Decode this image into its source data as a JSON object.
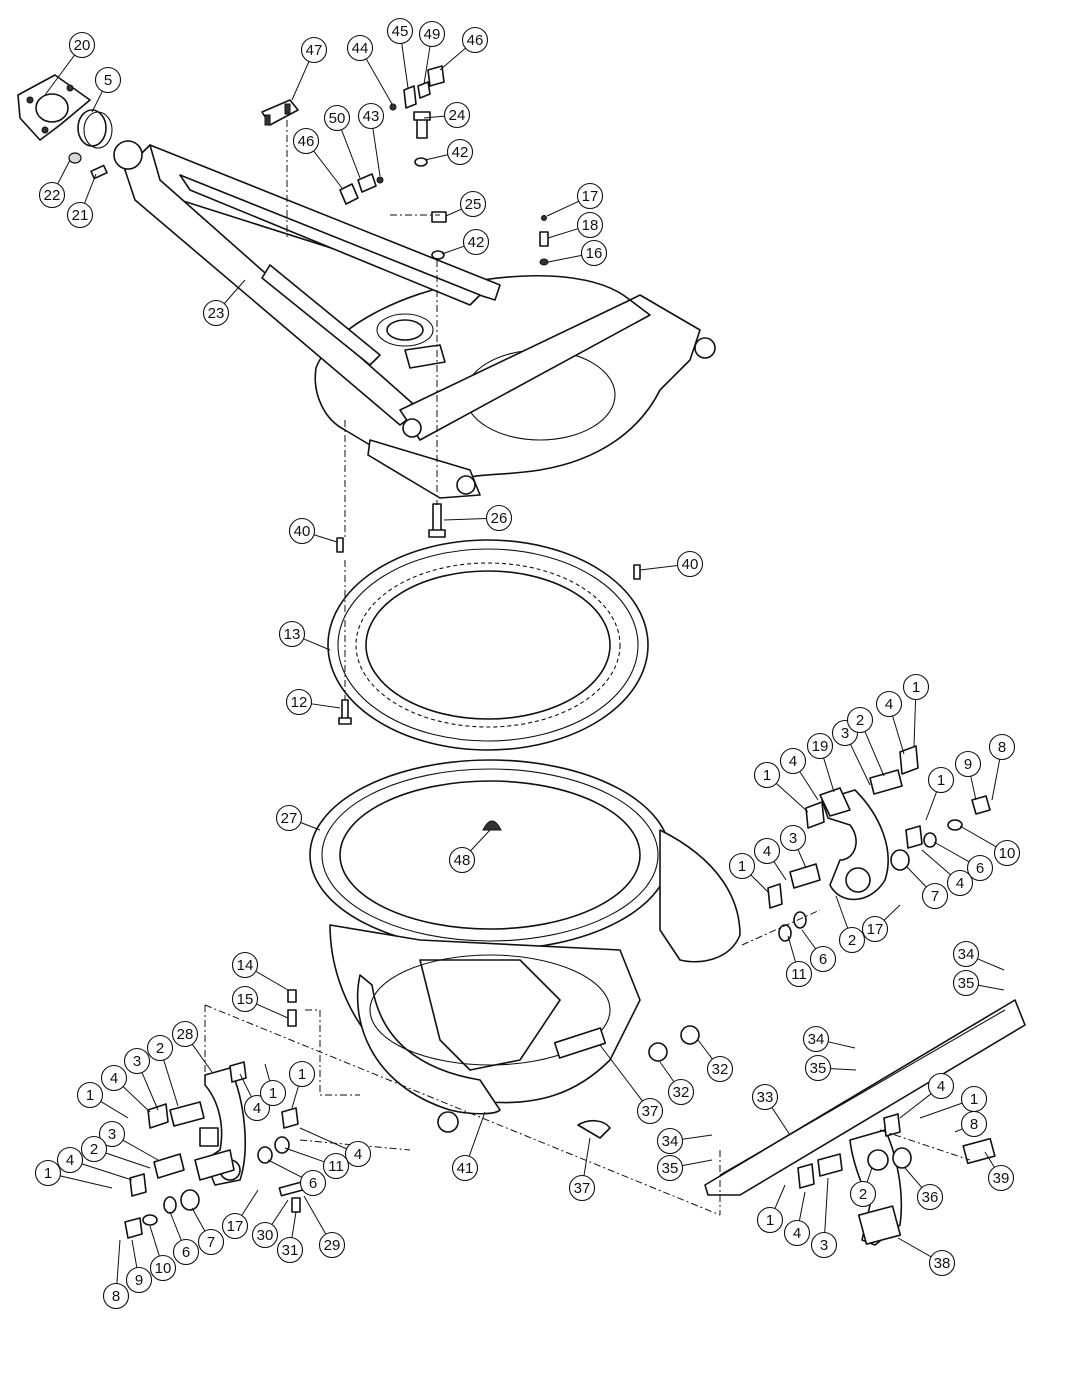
{
  "callouts": [
    {
      "id": "c20a",
      "label": "20"
    },
    {
      "id": "c5a",
      "label": "5"
    },
    {
      "id": "c22a",
      "label": "22"
    },
    {
      "id": "c21a",
      "label": "21"
    },
    {
      "id": "c23a",
      "label": "23"
    },
    {
      "id": "c47a",
      "label": "47"
    },
    {
      "id": "c44a",
      "label": "44"
    },
    {
      "id": "c45a",
      "label": "45"
    },
    {
      "id": "c49a",
      "label": "49"
    },
    {
      "id": "c46a",
      "label": "46"
    },
    {
      "id": "c50a",
      "label": "50"
    },
    {
      "id": "c43a",
      "label": "43"
    },
    {
      "id": "c46b",
      "label": "46"
    },
    {
      "id": "c24a",
      "label": "24"
    },
    {
      "id": "c42a",
      "label": "42"
    },
    {
      "id": "c25a",
      "label": "25"
    },
    {
      "id": "c42b",
      "label": "42"
    },
    {
      "id": "c17a",
      "label": "17"
    },
    {
      "id": "c18a",
      "label": "18"
    },
    {
      "id": "c16a",
      "label": "16"
    },
    {
      "id": "c26a",
      "label": "26"
    },
    {
      "id": "c40a",
      "label": "40"
    },
    {
      "id": "c40b",
      "label": "40"
    },
    {
      "id": "c13a",
      "label": "13"
    },
    {
      "id": "c12a",
      "label": "12"
    },
    {
      "id": "c27a",
      "label": "27"
    },
    {
      "id": "c48a",
      "label": "48"
    },
    {
      "id": "c1a",
      "label": "1"
    },
    {
      "id": "c4a",
      "label": "4"
    },
    {
      "id": "c19a",
      "label": "19"
    },
    {
      "id": "c3a",
      "label": "3"
    },
    {
      "id": "c2a",
      "label": "2"
    },
    {
      "id": "c4b",
      "label": "4"
    },
    {
      "id": "c1b",
      "label": "1"
    },
    {
      "id": "c8a",
      "label": "8"
    },
    {
      "id": "c9a",
      "label": "9"
    },
    {
      "id": "c1c",
      "label": "1"
    },
    {
      "id": "c10a",
      "label": "10"
    },
    {
      "id": "c6a",
      "label": "6"
    },
    {
      "id": "c4c",
      "label": "4"
    },
    {
      "id": "c7a",
      "label": "7"
    },
    {
      "id": "c1d",
      "label": "1"
    },
    {
      "id": "c4d",
      "label": "4"
    },
    {
      "id": "c3b",
      "label": "3"
    },
    {
      "id": "c2b",
      "label": "2"
    },
    {
      "id": "c17b",
      "label": "17"
    },
    {
      "id": "c6b",
      "label": "6"
    },
    {
      "id": "c11a",
      "label": "11"
    },
    {
      "id": "c34a",
      "label": "34"
    },
    {
      "id": "c35a",
      "label": "35"
    },
    {
      "id": "c34b",
      "label": "34"
    },
    {
      "id": "c35b",
      "label": "35"
    },
    {
      "id": "c33a",
      "label": "33"
    },
    {
      "id": "c4e",
      "label": "4"
    },
    {
      "id": "c1e",
      "label": "1"
    },
    {
      "id": "c8b",
      "label": "8"
    },
    {
      "id": "c39a",
      "label": "39"
    },
    {
      "id": "c36a",
      "label": "36"
    },
    {
      "id": "c2c",
      "label": "2"
    },
    {
      "id": "c1f",
      "label": "1"
    },
    {
      "id": "c4f",
      "label": "4"
    },
    {
      "id": "c3c",
      "label": "3"
    },
    {
      "id": "c38a",
      "label": "38"
    },
    {
      "id": "c34c",
      "label": "34"
    },
    {
      "id": "c35c",
      "label": "35"
    },
    {
      "id": "c37a",
      "label": "37"
    },
    {
      "id": "c37b",
      "label": "37"
    },
    {
      "id": "c32a",
      "label": "32"
    },
    {
      "id": "c32b",
      "label": "32"
    },
    {
      "id": "c41a",
      "label": "41"
    },
    {
      "id": "c14a",
      "label": "14"
    },
    {
      "id": "c15a",
      "label": "15"
    },
    {
      "id": "c28a",
      "label": "28"
    },
    {
      "id": "c2d",
      "label": "2"
    },
    {
      "id": "c3d",
      "label": "3"
    },
    {
      "id": "c4g",
      "label": "4"
    },
    {
      "id": "c1g",
      "label": "1"
    },
    {
      "id": "c3e",
      "label": "3"
    },
    {
      "id": "c2e",
      "label": "2"
    },
    {
      "id": "c4h",
      "label": "4"
    },
    {
      "id": "c1h",
      "label": "1"
    },
    {
      "id": "c4i",
      "label": "4"
    },
    {
      "id": "c1i",
      "label": "1"
    },
    {
      "id": "c1j",
      "label": "1"
    },
    {
      "id": "c4j",
      "label": "4"
    },
    {
      "id": "c11b",
      "label": "11"
    },
    {
      "id": "c6c",
      "label": "6"
    },
    {
      "id": "c17c",
      "label": "17"
    },
    {
      "id": "c30a",
      "label": "30"
    },
    {
      "id": "c31a",
      "label": "31"
    },
    {
      "id": "c29a",
      "label": "29"
    },
    {
      "id": "c7b",
      "label": "7"
    },
    {
      "id": "c6d",
      "label": "6"
    },
    {
      "id": "c10b",
      "label": "10"
    },
    {
      "id": "c9b",
      "label": "9"
    },
    {
      "id": "c8c",
      "label": "8"
    }
  ]
}
